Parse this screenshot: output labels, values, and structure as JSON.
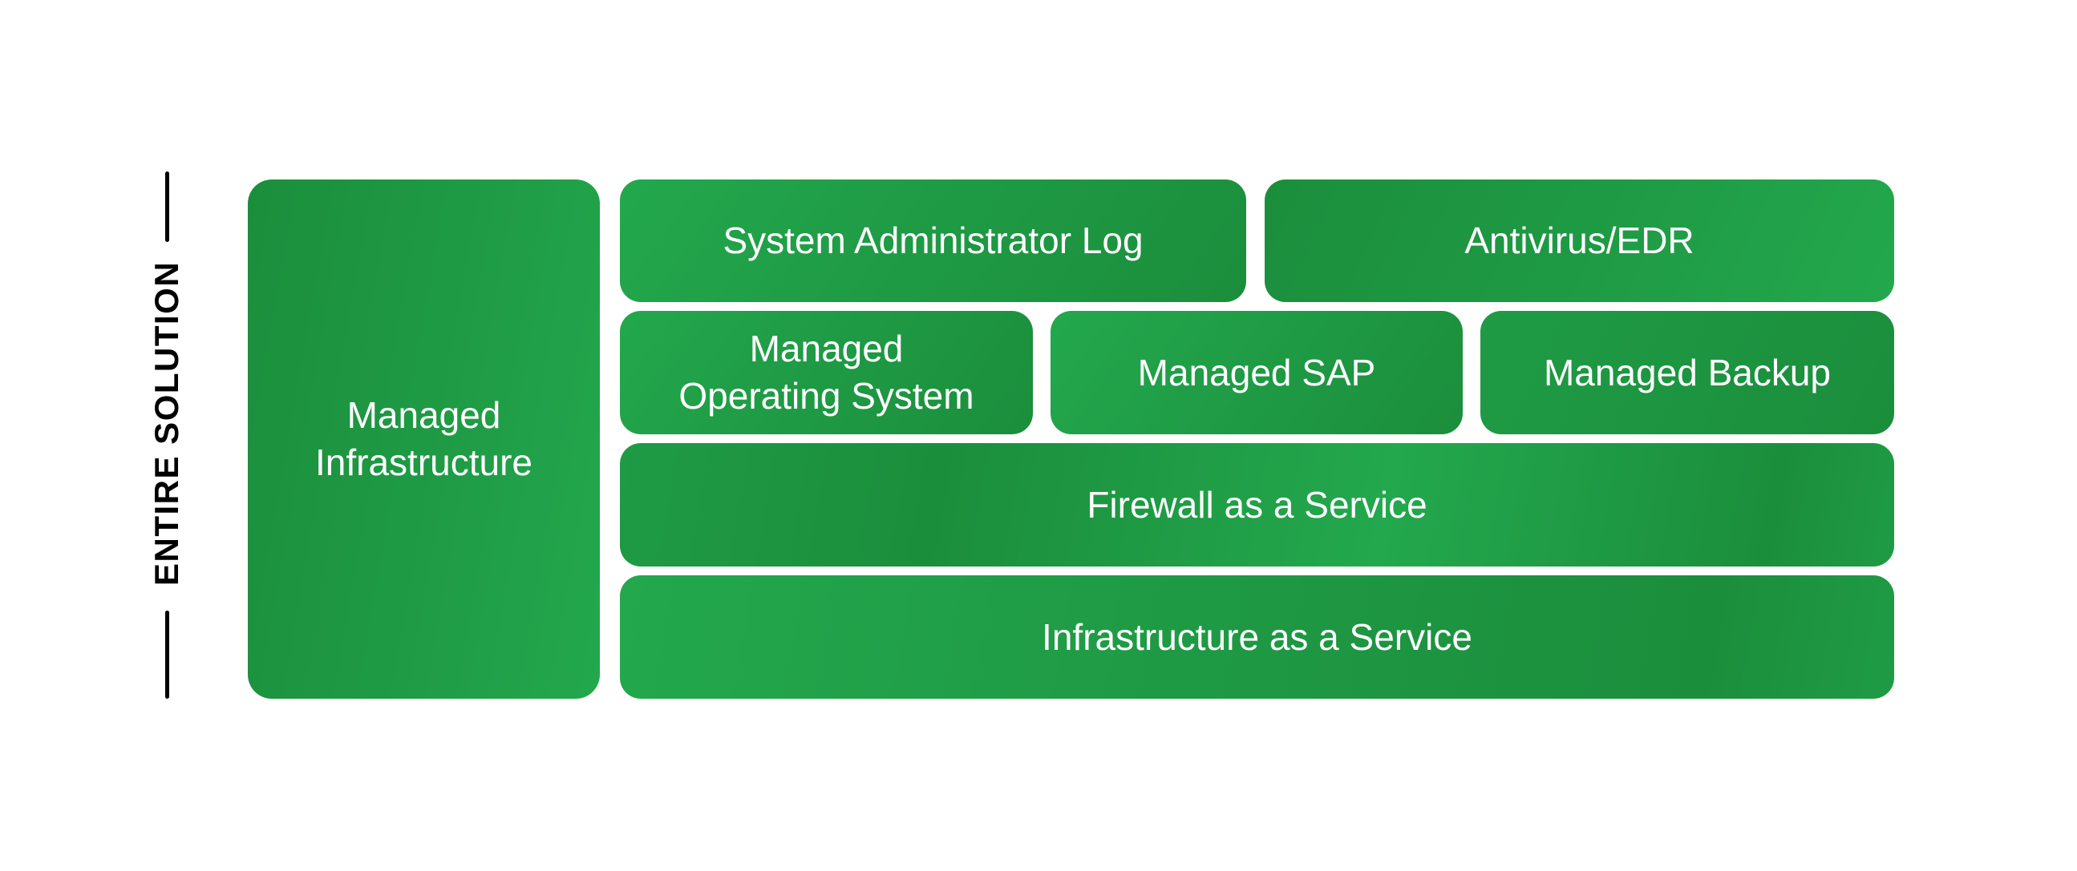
{
  "side_label": {
    "text": "ENTIRE SOLUTION"
  },
  "boxes": {
    "managed_infrastructure": {
      "lines": [
        "Managed",
        "Infrastructure"
      ]
    },
    "system_administrator_log": {
      "label": "System Administrator Log"
    },
    "antivirus_edr": {
      "label": "Antivirus/EDR"
    },
    "managed_operating_system": {
      "lines": [
        "Managed",
        "Operating System"
      ]
    },
    "managed_sap": {
      "label": "Managed SAP"
    },
    "managed_backup": {
      "label": "Managed Backup"
    },
    "firewall_as_a_service": {
      "label": "Firewall as a Service"
    },
    "infrastructure_as_a_service": {
      "label": "Infrastructure as a Service"
    }
  },
  "theme": {
    "background": "#ffffff",
    "green_light": "#23a84d",
    "green_mid": "#1f9b45",
    "green_dark": "#1b8e3c",
    "box_text_color": "#ffffff",
    "label_color": "#000000"
  }
}
